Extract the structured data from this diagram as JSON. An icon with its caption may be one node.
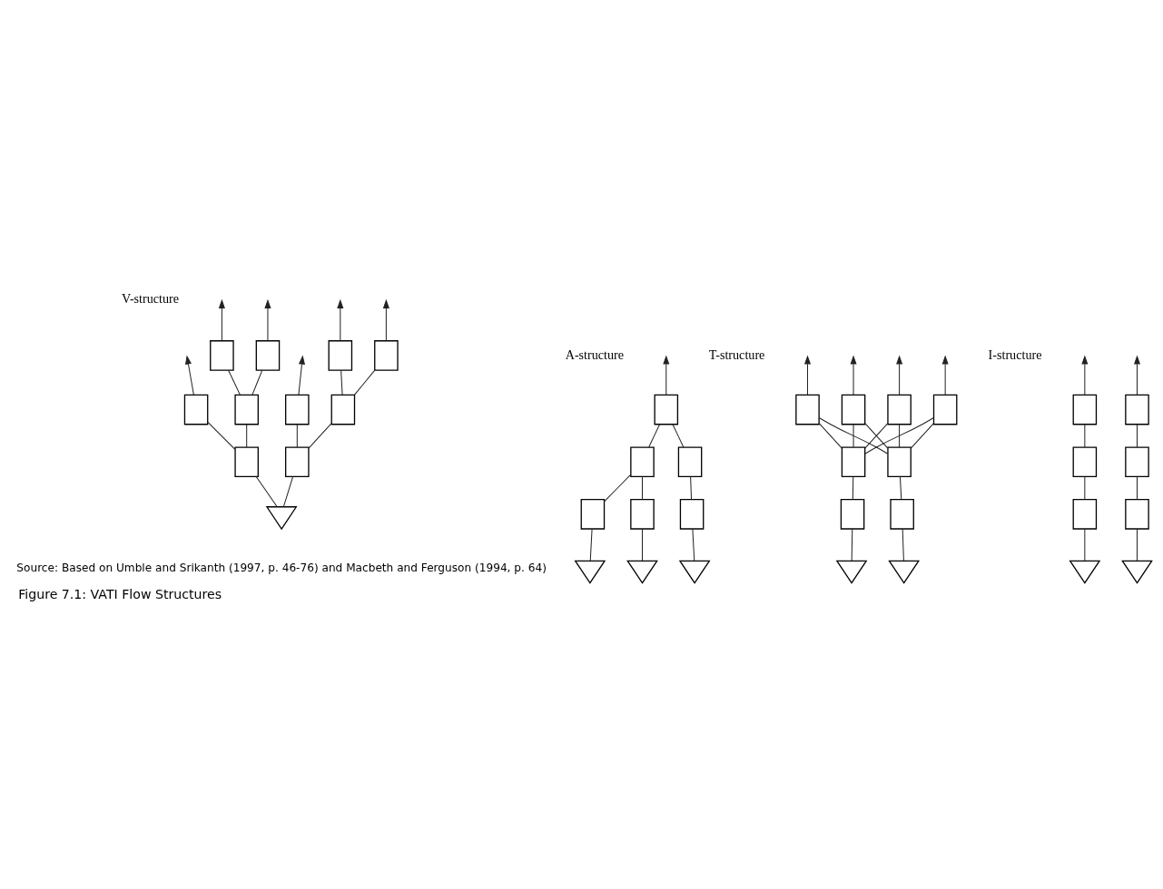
{
  "diagram": {
    "caption": "Figure 7.1: VATI Flow Structures",
    "nodes": [
      {
        "text": [],
        "shape": "box"
      },
      {
        "text": [],
        "shape": "box"
      },
      {
        "text": [],
        "shape": "box"
      },
      {
        "text": [],
        "shape": "box"
      },
      {
        "text": [],
        "shape": "box"
      },
      {
        "text": [],
        "shape": "box"
      },
      {
        "text": [],
        "shape": "box"
      },
      {
        "text": [],
        "shape": "box"
      },
      {
        "text": [],
        "shape": "box"
      },
      {
        "text": [],
        "shape": "box"
      },
      {
        "text": [],
        "shape": "triangle"
      },
      {
        "text": [],
        "shape": "box"
      },
      {
        "text": [],
        "shape": "box"
      },
      {
        "text": [],
        "shape": "box"
      },
      {
        "text": [],
        "shape": "box"
      },
      {
        "text": [],
        "shape": "box"
      },
      {
        "text": [],
        "shape": "box"
      },
      {
        "text": [],
        "shape": "triangle"
      },
      {
        "text": [],
        "shape": "triangle"
      },
      {
        "text": [],
        "shape": "triangle"
      },
      {
        "text": [],
        "shape": "box"
      },
      {
        "text": [],
        "shape": "box"
      },
      {
        "text": [],
        "shape": "box"
      },
      {
        "text": [],
        "shape": "box"
      },
      {
        "text": [],
        "shape": "box"
      },
      {
        "text": [],
        "shape": "box"
      },
      {
        "text": [],
        "shape": "box"
      },
      {
        "text": [],
        "shape": "box"
      },
      {
        "text": [],
        "shape": "triangle"
      },
      {
        "text": [],
        "shape": "triangle"
      },
      {
        "text": [],
        "shape": "box"
      },
      {
        "text": [],
        "shape": "box"
      },
      {
        "text": [],
        "shape": "box"
      },
      {
        "text": [],
        "shape": "box"
      },
      {
        "text": [],
        "shape": "box"
      },
      {
        "text": [],
        "shape": "box"
      },
      {
        "text": [],
        "shape": "triangle"
      },
      {
        "text": [],
        "shape": "triangle"
      }
    ],
    "edges": [
      {
        "from": 0,
        "to": null,
        "arrow": "to"
      },
      {
        "from": 1,
        "to": null,
        "arrow": "to"
      },
      {
        "from": 2,
        "to": null,
        "arrow": "to"
      },
      {
        "from": 3,
        "to": null,
        "arrow": "to"
      },
      {
        "from": 4,
        "to": null,
        "arrow": "to"
      },
      {
        "from": 6,
        "to": null,
        "arrow": "to"
      },
      {
        "from": 5,
        "to": 0,
        "arrow": "none"
      },
      {
        "from": 5,
        "to": 1,
        "arrow": "none"
      },
      {
        "from": 7,
        "to": 2,
        "arrow": "none"
      },
      {
        "from": 7,
        "to": 3,
        "arrow": "none"
      },
      {
        "from": 8,
        "to": 4,
        "arrow": "none"
      },
      {
        "from": 8,
        "to": 5,
        "arrow": "none"
      },
      {
        "from": 9,
        "to": 6,
        "arrow": "none"
      },
      {
        "from": 9,
        "to": 7,
        "arrow": "none"
      },
      {
        "from": 10,
        "to": 8,
        "arrow": "none"
      },
      {
        "from": 10,
        "to": 9,
        "arrow": "none"
      },
      {
        "from": 11,
        "to": null,
        "arrow": "to"
      },
      {
        "from": 12,
        "to": 11,
        "arrow": "none"
      },
      {
        "from": 13,
        "to": 11,
        "arrow": "none"
      },
      {
        "from": 14,
        "to": 12,
        "arrow": "none"
      },
      {
        "from": 15,
        "to": 12,
        "arrow": "none"
      },
      {
        "from": 16,
        "to": 13,
        "arrow": "none"
      },
      {
        "from": 17,
        "to": 14,
        "arrow": "none"
      },
      {
        "from": 18,
        "to": 15,
        "arrow": "none"
      },
      {
        "from": 19,
        "to": 16,
        "arrow": "none"
      },
      {
        "from": 20,
        "to": null,
        "arrow": "to"
      },
      {
        "from": 21,
        "to": null,
        "arrow": "to"
      },
      {
        "from": 22,
        "to": null,
        "arrow": "to"
      },
      {
        "from": 23,
        "to": null,
        "arrow": "to"
      },
      {
        "from": 24,
        "to": 20,
        "arrow": "none"
      },
      {
        "from": 24,
        "to": 21,
        "arrow": "none"
      },
      {
        "from": 24,
        "to": 22,
        "arrow": "none"
      },
      {
        "from": 24,
        "to": 23,
        "arrow": "none"
      },
      {
        "from": 25,
        "to": 20,
        "arrow": "none"
      },
      {
        "from": 25,
        "to": 21,
        "arrow": "none"
      },
      {
        "from": 25,
        "to": 22,
        "arrow": "none"
      },
      {
        "from": 25,
        "to": 23,
        "arrow": "none"
      },
      {
        "from": 26,
        "to": 24,
        "arrow": "none"
      },
      {
        "from": 27,
        "to": 25,
        "arrow": "none"
      },
      {
        "from": 28,
        "to": 26,
        "arrow": "none"
      },
      {
        "from": 29,
        "to": 27,
        "arrow": "none"
      },
      {
        "from": 30,
        "to": null,
        "arrow": "to"
      },
      {
        "from": 31,
        "to": null,
        "arrow": "to"
      },
      {
        "from": 32,
        "to": 30,
        "arrow": "none"
      },
      {
        "from": 33,
        "to": 31,
        "arrow": "none"
      },
      {
        "from": 34,
        "to": 32,
        "arrow": "none"
      },
      {
        "from": 35,
        "to": 33,
        "arrow": "none"
      },
      {
        "from": 36,
        "to": 34,
        "arrow": "none"
      },
      {
        "from": 37,
        "to": 35,
        "arrow": "none"
      }
    ],
    "labels": [
      "V-structure",
      "A-structure",
      "T-structure",
      "I-structure",
      "Source: Based on Umble and Srikanth (1997, p. 46-76) and Macbeth and Ferguson (1994, p. 64)"
    ]
  }
}
